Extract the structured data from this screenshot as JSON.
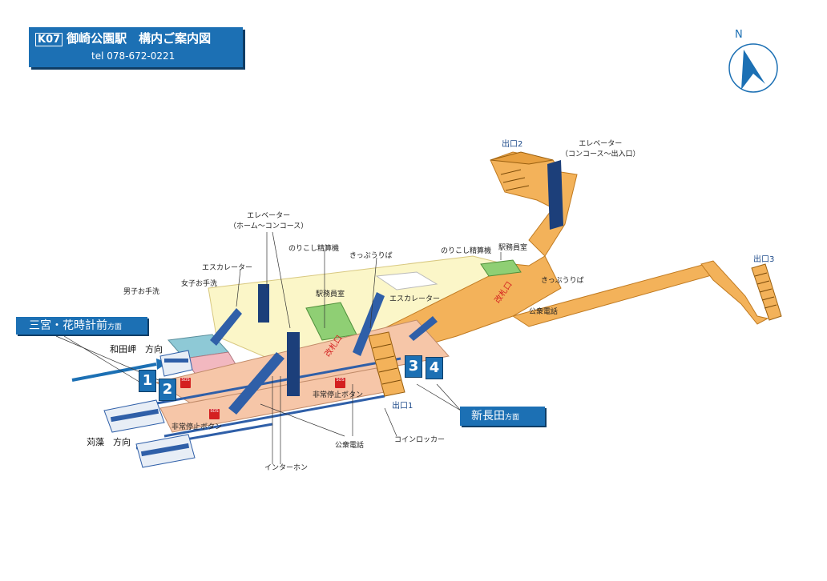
{
  "header": {
    "code": "K07",
    "title": "御崎公園駅　構内ご案内図",
    "tel": "tel 078-672-0221"
  },
  "direction_boxes": {
    "west": {
      "name": "三宮・花時計前",
      "suffix": "方面"
    },
    "east": {
      "name": "新長田",
      "suffix": "方面"
    }
  },
  "direction_labels": {
    "wadamisaki": "和田岬　方向",
    "karumo": "苅藻　方向"
  },
  "platforms": [
    "1",
    "2",
    "3",
    "4"
  ],
  "exits": [
    "出口1",
    "出口2",
    "出口3"
  ],
  "labels": {
    "elevator_home": "エレベーター\n（ホーム～コンコース）",
    "elevator_exit": "エレベーター\n（コンコース～出入口）",
    "escalator_left": "エスカレーター",
    "escalator_center": "エスカレーター",
    "norikoshi_left": "のりこし精算機",
    "norikoshi_right": "のりこし精算機",
    "kippu_left": "きっぷうりば",
    "kippu_right": "きっぷうりば",
    "office_left": "駅務員室",
    "office_right": "駅務員室",
    "mens_toilet": "男子お手洗",
    "womens_toilet": "女子お手洗",
    "kaisatsu_left": "改札口",
    "kaisatsu_right": "改札口",
    "public_phone_right": "公衆電話",
    "public_phone_bottom": "公衆電話",
    "emergency_button_center": "非常停止ボタン",
    "emergency_button_left": "非常停止ボタン",
    "coin_locker": "コインロッカー",
    "interphone": "インターホン"
  },
  "compass": "N",
  "colors": {
    "brand_blue": "#1c70b4",
    "concourse_yellow": "#fbf6c8",
    "passage_orange": "#f3b25a",
    "platform_pink": "#f6c6a8",
    "office_green": "#8fcf74",
    "toilet_men": "#8ec9d6",
    "toilet_women": "#f2b8c0",
    "emergency_red": "#d42020",
    "train_blue": "#2f5fa8"
  }
}
